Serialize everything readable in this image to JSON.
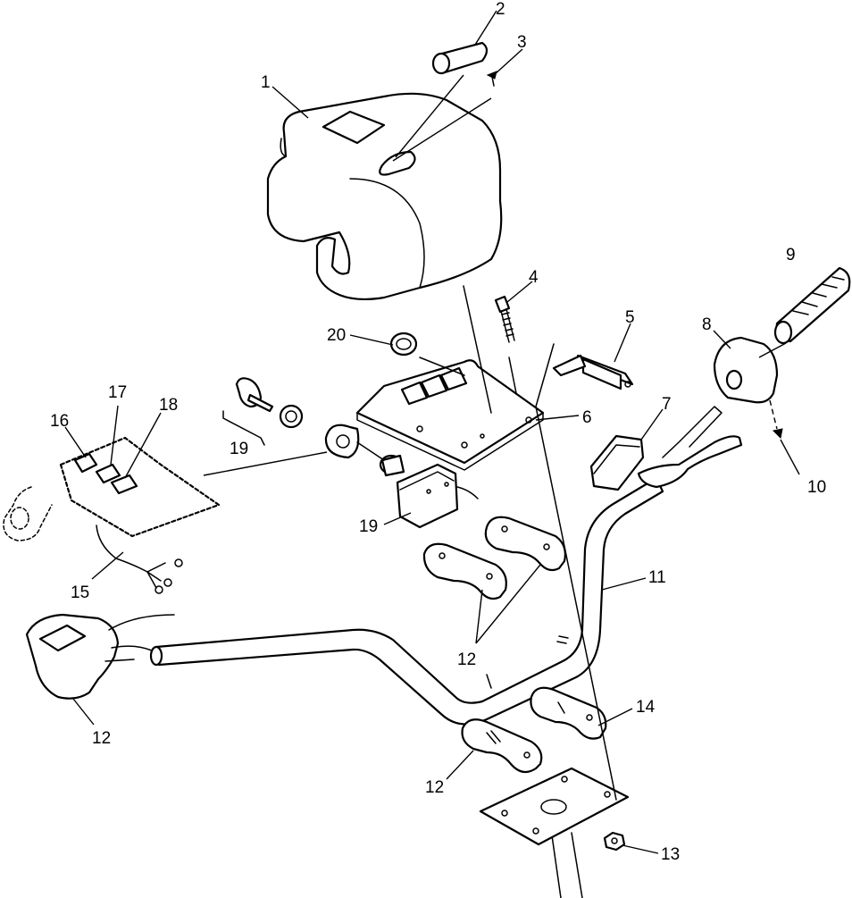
{
  "diagram": {
    "callouts": [
      {
        "id": "c2",
        "label": "2"
      },
      {
        "id": "c3",
        "label": "3"
      },
      {
        "id": "c1",
        "label": "1"
      },
      {
        "id": "c4",
        "label": "4"
      },
      {
        "id": "c5",
        "label": "5"
      },
      {
        "id": "c20",
        "label": "20"
      },
      {
        "id": "c9",
        "label": "9"
      },
      {
        "id": "c8",
        "label": "8"
      },
      {
        "id": "c7",
        "label": "7"
      },
      {
        "id": "c6",
        "label": "6"
      },
      {
        "id": "c17",
        "label": "17"
      },
      {
        "id": "c16",
        "label": "16"
      },
      {
        "id": "c18",
        "label": "18"
      },
      {
        "id": "c19a",
        "label": "19"
      },
      {
        "id": "c10",
        "label": "10"
      },
      {
        "id": "c19b",
        "label": "19"
      },
      {
        "id": "c11",
        "label": "11"
      },
      {
        "id": "c15",
        "label": "15"
      },
      {
        "id": "c12a",
        "label": "12"
      },
      {
        "id": "c12b",
        "label": "12"
      },
      {
        "id": "c14",
        "label": "14"
      },
      {
        "id": "c12c",
        "label": "12"
      },
      {
        "id": "c13",
        "label": "13"
      }
    ]
  }
}
